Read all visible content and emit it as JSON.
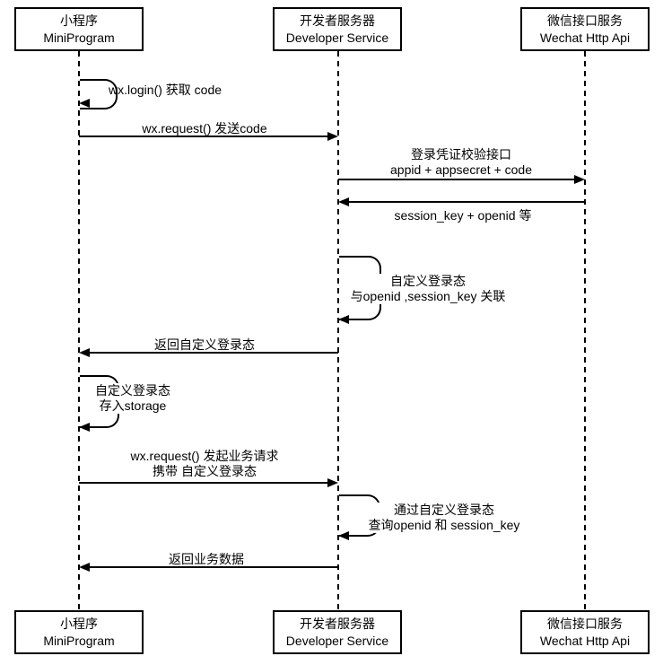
{
  "diagram": {
    "type": "sequence-diagram",
    "background": "#ffffff",
    "stroke": "#000000"
  },
  "actors": {
    "miniprogram": {
      "line1": "小程序",
      "line2": "MiniProgram"
    },
    "developer": {
      "line1": "开发者服务器",
      "line2": "Developer Service"
    },
    "wechat": {
      "line1": "微信接口服务",
      "line2": "Wechat Http Api"
    }
  },
  "messages": {
    "m1": {
      "kind": "self",
      "actor": "miniprogram",
      "line1": "wx.login() 获取 code"
    },
    "m2": {
      "kind": "arrow",
      "from": "miniprogram",
      "to": "developer",
      "line1": "wx.request() 发送code"
    },
    "m3": {
      "kind": "arrow",
      "from": "developer",
      "to": "wechat",
      "line1": "登录凭证校验接口",
      "line2": "appid + appsecret + code"
    },
    "m4": {
      "kind": "arrow",
      "from": "wechat",
      "to": "developer",
      "line1": "session_key + openid 等"
    },
    "m5": {
      "kind": "self",
      "actor": "developer",
      "line1": "自定义登录态",
      "line2": "与openid ,session_key 关联"
    },
    "m6": {
      "kind": "arrow",
      "from": "developer",
      "to": "miniprogram",
      "line1": "返回自定义登录态"
    },
    "m7": {
      "kind": "self",
      "actor": "miniprogram",
      "line1": "自定义登录态",
      "line2": "存入storage"
    },
    "m8": {
      "kind": "arrow",
      "from": "miniprogram",
      "to": "developer",
      "line1": "wx.request() 发起业务请求",
      "line2": "携带 自定义登录态"
    },
    "m9": {
      "kind": "self",
      "actor": "developer",
      "line1": "通过自定义登录态",
      "line2": "查询openid 和 session_key"
    },
    "m10": {
      "kind": "arrow",
      "from": "developer",
      "to": "miniprogram",
      "line1": "返回业务数据"
    }
  }
}
